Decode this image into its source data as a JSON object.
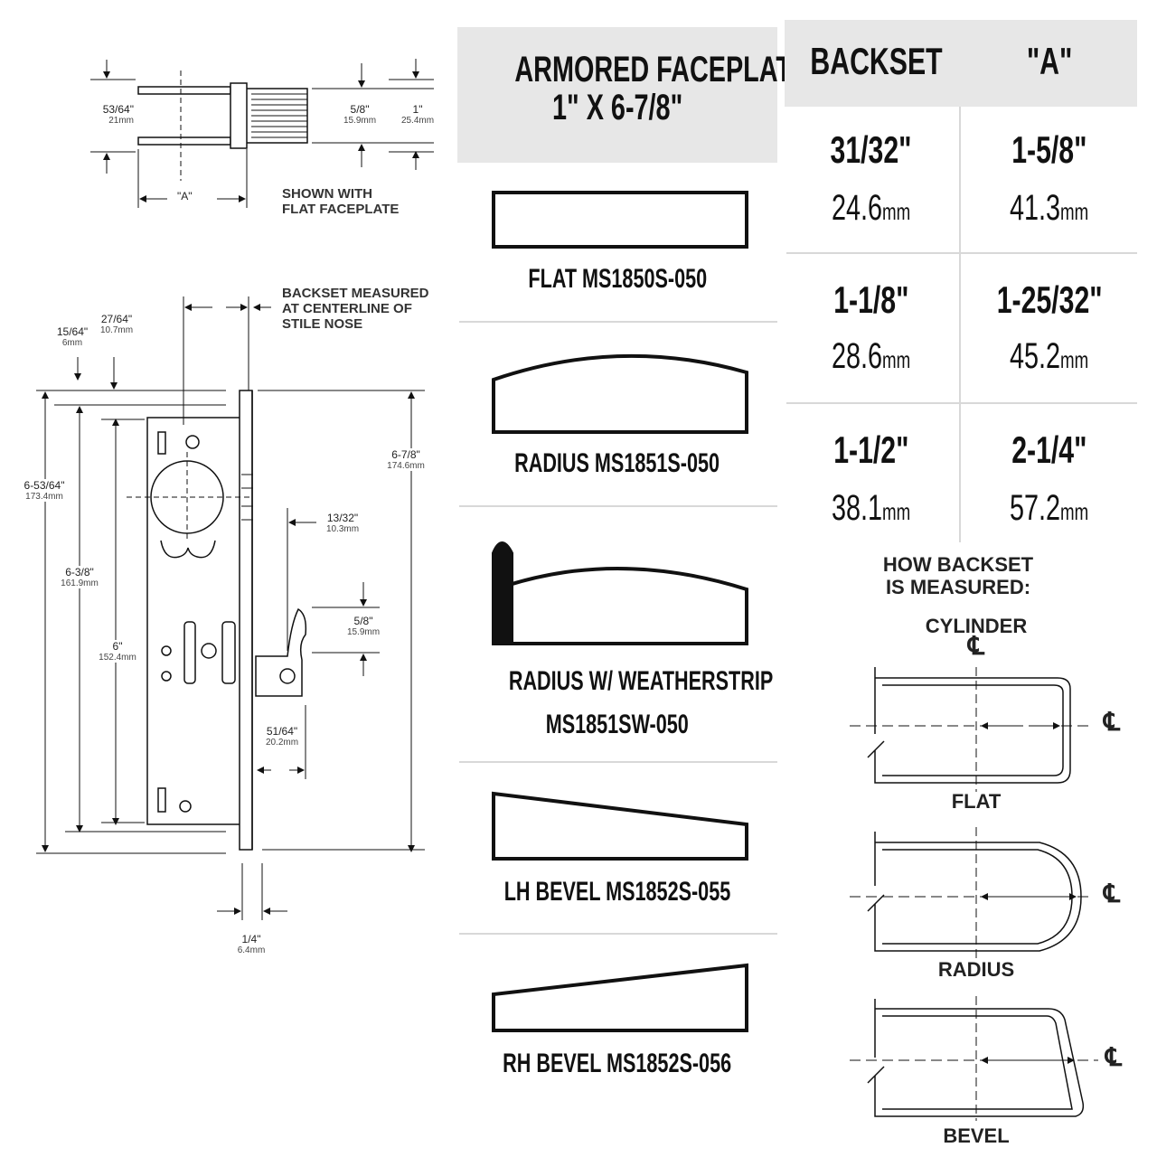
{
  "top_drawing": {
    "dim_53_64": "53/64\"",
    "dim_53_64_mm": "21mm",
    "dim_5_8": "5/8\"",
    "dim_5_8_mm": "15.9mm",
    "dim_1": "1\"",
    "dim_1_mm": "25.4mm",
    "dim_a": "\"A\"",
    "note": "SHOWN WITH\nFLAT FACEPLATE"
  },
  "side_drawing": {
    "backset_note": "BACKSET MEASURED\nAT CENTERLINE OF\nSTILE NOSE",
    "dim_15_64": "15/64\"",
    "dim_15_64_mm": "6mm",
    "dim_27_64": "27/64\"",
    "dim_27_64_mm": "10.7mm",
    "dim_6_53_64": "6-53/64\"",
    "dim_6_53_64_mm": "173.4mm",
    "dim_6_3_8": "6-3/8\"",
    "dim_6_3_8_mm": "161.9mm",
    "dim_6": "6\"",
    "dim_6_mm": "152.4mm",
    "dim_6_7_8": "6-7/8\"",
    "dim_6_7_8_mm": "174.6mm",
    "dim_13_32": "13/32\"",
    "dim_13_32_mm": "10.3mm",
    "dim_5_8": "5/8\"",
    "dim_5_8_mm": "15.9mm",
    "dim_51_64": "51/64\"",
    "dim_51_64_mm": "20.2mm",
    "dim_1_4": "1/4\"",
    "dim_1_4_mm": "6.4mm"
  },
  "faceplate": {
    "heading_line1": "ARMORED FACEPLATE",
    "heading_line2": "1\" X 6-7/8\"",
    "items": [
      {
        "label": "FLAT MS1850S-050",
        "shape": "flat"
      },
      {
        "label": "RADIUS MS1851S-050",
        "shape": "radius"
      },
      {
        "label": "RADIUS W/ WEATHERSTRIP",
        "label2": "MS1851SW-050",
        "shape": "radius-weatherstrip"
      },
      {
        "label": "LH BEVEL MS1852S-055",
        "shape": "lh-bevel"
      },
      {
        "label": "RH BEVEL MS1852S-056",
        "shape": "rh-bevel"
      }
    ]
  },
  "table": {
    "headers": [
      "BACKSET",
      "\"A\""
    ],
    "rows": [
      {
        "backset": "31/32\"",
        "backset_mm": "24.6",
        "a": "1-5/8\"",
        "a_mm": "41.3"
      },
      {
        "backset": "1-1/8\"",
        "backset_mm": "28.6",
        "a": "1-25/32\"",
        "a_mm": "45.2"
      },
      {
        "backset": "1-1/2\"",
        "backset_mm": "38.1",
        "a": "2-1/4\"",
        "a_mm": "57.2"
      }
    ],
    "unit": "mm"
  },
  "how_measured": {
    "title_line1": "HOW BACKSET",
    "title_line2": "IS MEASURED:",
    "cylinder": "CYLINDER",
    "centerline_symbol": "℄",
    "flat": "FLAT",
    "radius": "RADIUS",
    "bevel": "BEVEL"
  },
  "colors": {
    "header_bg": "#e7e7e7",
    "line": "#111111"
  }
}
